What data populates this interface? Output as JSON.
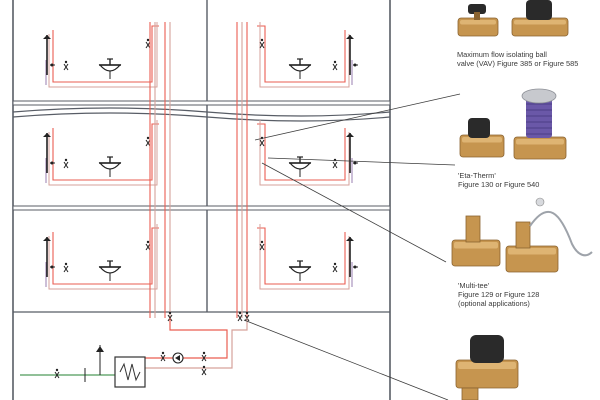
{
  "colors": {
    "frame": "#585d66",
    "hot_pipe": "#ea5e52",
    "cold_pipe": "#9a7fb2",
    "return_pipe": "#d6a29b",
    "floor_fill": "#ffffff",
    "leader": "#3c3c3c",
    "primary_pipe": "#4f9a5a",
    "brass": "#c6954f",
    "brass_dark": "#8a6330",
    "handle_black": "#2a2a2a",
    "actuator_purple": "#6a58a8",
    "actuator_grey": "#c7c9ce"
  },
  "products": [
    {
      "id": "vav",
      "image_icon": "ball-valve-photo-icon",
      "caption": [
        "Maximum flow isolating ball",
        "valve (VAV) Figure 385 or Figure 585"
      ]
    },
    {
      "id": "eta-therm",
      "image_icon": "thermostatic-valve-photo-icon",
      "caption": [
        "'Eta-Therm'",
        "Figure 130 or Figure 540"
      ]
    },
    {
      "id": "multi-tee",
      "image_icon": "multi-tee-photo-icon",
      "caption": [
        "'Multi-tee'",
        "Figure 129 or Figure 128",
        "(optional applications)"
      ]
    },
    {
      "id": "dpcv",
      "image_icon": "balancing-valve-photo-icon",
      "caption": []
    }
  ],
  "building": {
    "floors": 3,
    "rooms_per_floor": 2,
    "fixtures": [
      "shower-icon",
      "washbasin-icon",
      "tap-icon"
    ],
    "plant_room": [
      "calorifier-icon",
      "pump-icon",
      "check-valve-icon",
      "gate-valve-icon",
      "safety-valve-icon"
    ]
  }
}
